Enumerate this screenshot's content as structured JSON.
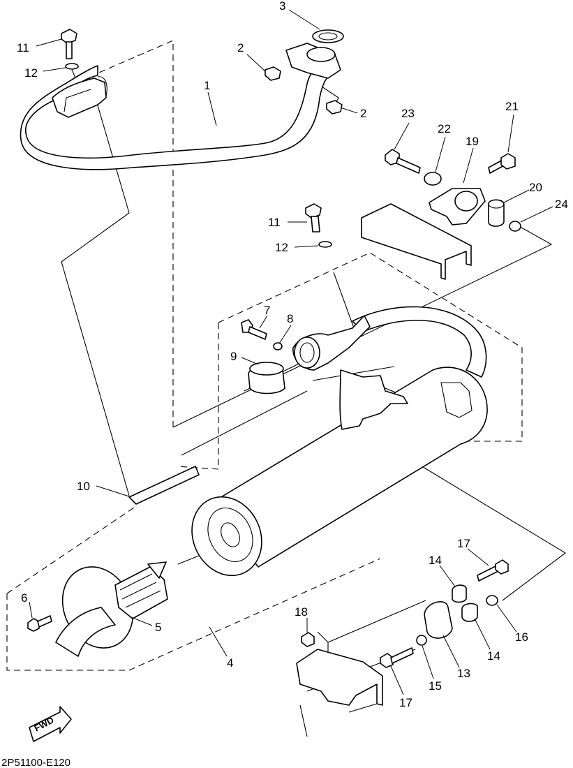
{
  "diagram_code": "2P51100-E120",
  "fwd_label": "FWD",
  "callouts": [
    {
      "id": "c3",
      "label": "3"
    },
    {
      "id": "c2a",
      "label": "2"
    },
    {
      "id": "c2b",
      "label": "2"
    },
    {
      "id": "c11a",
      "label": "11"
    },
    {
      "id": "c12a",
      "label": "12"
    },
    {
      "id": "c1",
      "label": "1"
    },
    {
      "id": "c23",
      "label": "23"
    },
    {
      "id": "c22",
      "label": "22"
    },
    {
      "id": "c19",
      "label": "19"
    },
    {
      "id": "c21",
      "label": "21"
    },
    {
      "id": "c20",
      "label": "20"
    },
    {
      "id": "c24",
      "label": "24"
    },
    {
      "id": "c11b",
      "label": "11"
    },
    {
      "id": "c12b",
      "label": "12"
    },
    {
      "id": "c7",
      "label": "7"
    },
    {
      "id": "c8",
      "label": "8"
    },
    {
      "id": "c9",
      "label": "9"
    },
    {
      "id": "c10",
      "label": "10"
    },
    {
      "id": "c6",
      "label": "6"
    },
    {
      "id": "c5",
      "label": "5"
    },
    {
      "id": "c4",
      "label": "4"
    },
    {
      "id": "c17a",
      "label": "17"
    },
    {
      "id": "c14a",
      "label": "14"
    },
    {
      "id": "c18",
      "label": "18"
    },
    {
      "id": "c16",
      "label": "16"
    },
    {
      "id": "c14b",
      "label": "14"
    },
    {
      "id": "c13",
      "label": "13"
    },
    {
      "id": "c15",
      "label": "15"
    },
    {
      "id": "c17b",
      "label": "17"
    }
  ]
}
